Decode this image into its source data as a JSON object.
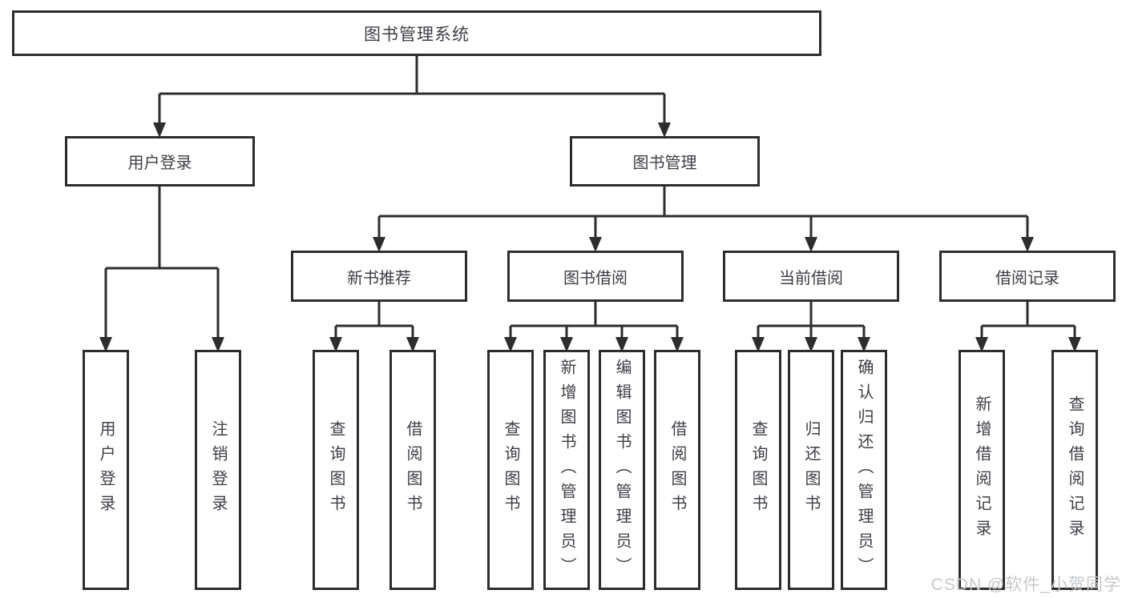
{
  "colors": {
    "line": "#2d2d2d",
    "text": "#3c3f44",
    "watermark": "#c6c9cc",
    "background": "#ffffff"
  },
  "watermark": {
    "text": "CSDN @软件_小贺同学"
  },
  "tree": {
    "label": "图书管理系统",
    "children": [
      {
        "label": "用户登录",
        "children": [
          {
            "label": "用户登录"
          },
          {
            "label": "注销登录"
          }
        ]
      },
      {
        "label": "图书管理",
        "children": [
          {
            "label": "新书推荐",
            "children": [
              {
                "label": "查询图书"
              },
              {
                "label": "借阅图书"
              }
            ]
          },
          {
            "label": "图书借阅",
            "children": [
              {
                "label": "查询图书"
              },
              {
                "label": "新增图书（管理员）"
              },
              {
                "label": "编辑图书（管理员）"
              },
              {
                "label": "借阅图书"
              }
            ]
          },
          {
            "label": "当前借阅",
            "children": [
              {
                "label": "查询图书"
              },
              {
                "label": "归还图书"
              },
              {
                "label": "确认归还（管理员）"
              }
            ]
          },
          {
            "label": "借阅记录",
            "children": [
              {
                "label": "新增借阅记录"
              },
              {
                "label": "查询借阅记录"
              }
            ]
          }
        ]
      }
    ]
  }
}
